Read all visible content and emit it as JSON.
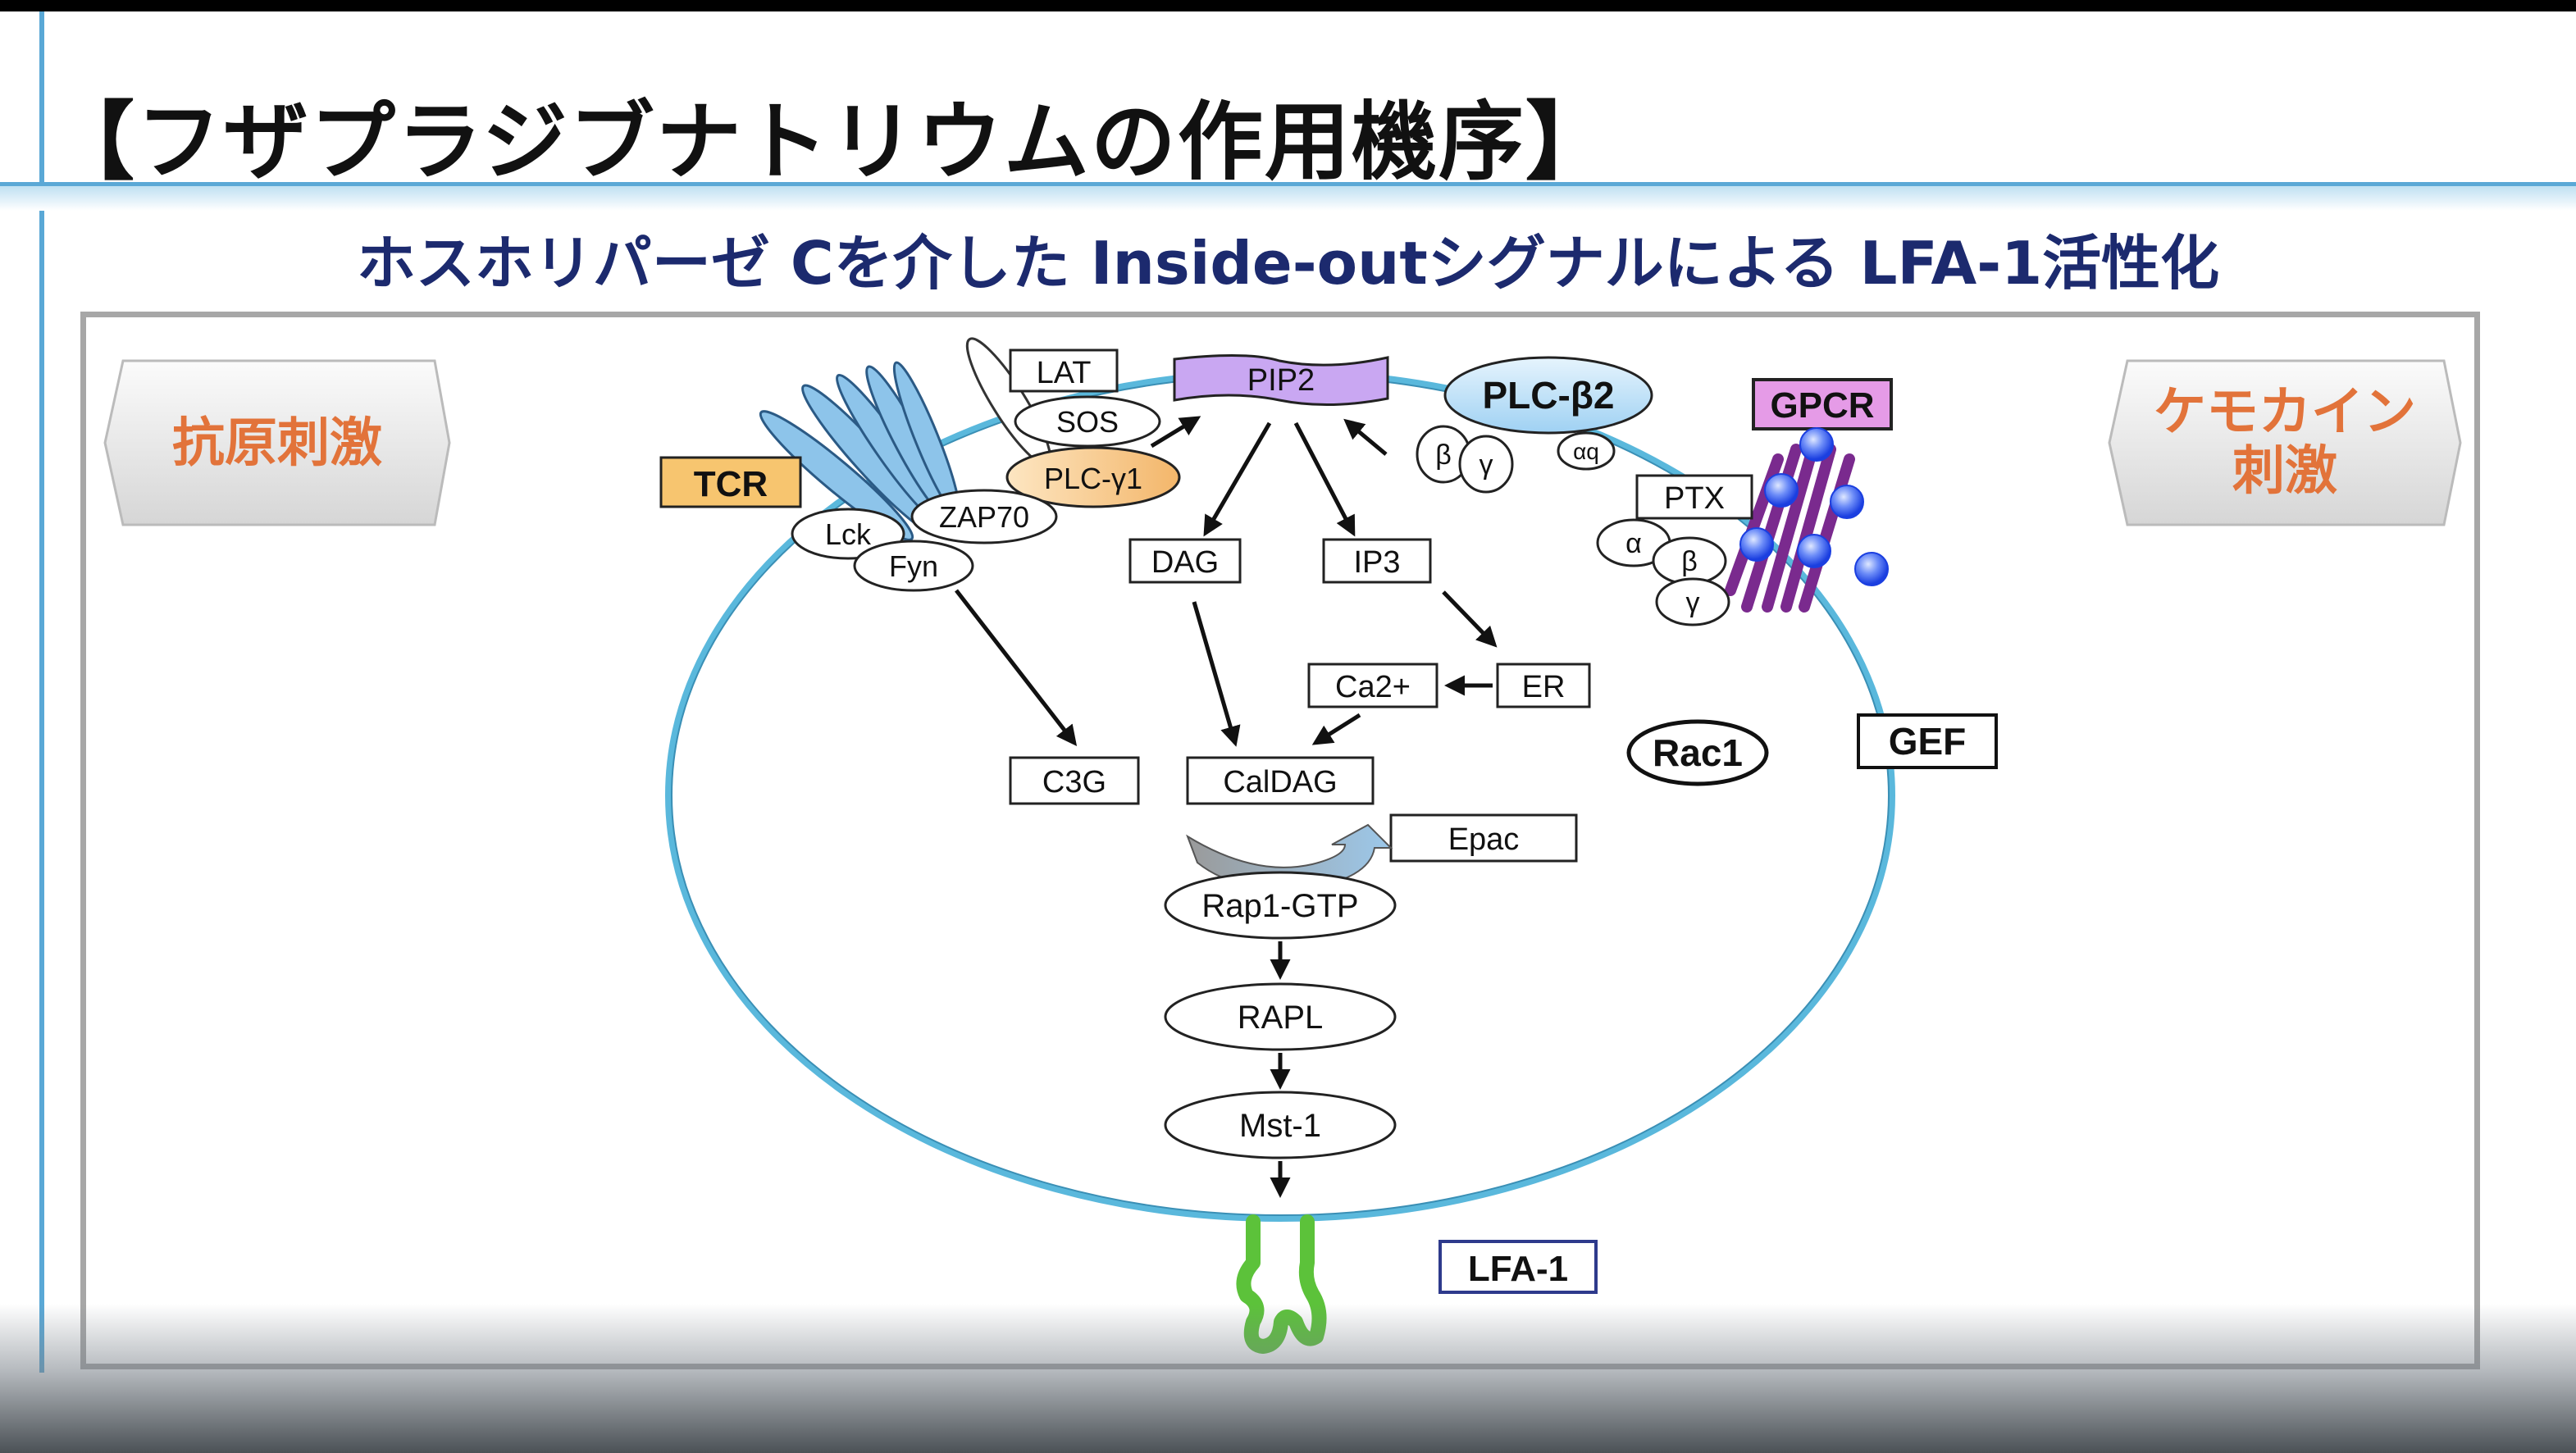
{
  "title": "【フザプラジブナトリウムの作用機序】",
  "subtitle": "ホスホリパーゼ Cを介した Inside-outシグナルによる LFA-1活性化",
  "stimuli": {
    "left": "抗原刺激",
    "right_line1": "ケモカイン",
    "right_line2": "刺激"
  },
  "nodes": {
    "tcr": "TCR",
    "lat": "LAT",
    "sos": "SOS",
    "plc_g1": "PLC-γ1",
    "zap70": "ZAP70",
    "lck": "Lck",
    "fyn": "Fyn",
    "pip2": "PIP2",
    "plc_b2": "PLC-β2",
    "beta_top": "β",
    "gamma_top": "γ",
    "alpha_q": "αq",
    "gpcr": "GPCR",
    "ptx": "PTX",
    "alpha": "α",
    "beta_bottom": "β",
    "gamma_bottom": "γ",
    "dag": "DAG",
    "ip3": "IP3",
    "er": "ER",
    "ca2": "Ca2+",
    "c3g": "C3G",
    "caldag": "CalDAG",
    "epac": "Epac",
    "rac1": "Rac1",
    "gef": "GEF",
    "rap1": "Rap1-GTP",
    "rapl": "RAPL",
    "mst1": "Mst-1",
    "lfa1": "LFA-1"
  },
  "colors": {
    "title_text": "#111111",
    "subtitle_text": "#1c2a6e",
    "accent_line": "#5aa8d6",
    "stimulus_text": "#e2733a",
    "cell_membrane": "#5ab8dc",
    "tcr_fill": "#f7c56f",
    "pip2_fill": "#c9a7f2",
    "plc_b2_fill": "#bfe0f6",
    "plc_g1_fill": "#f7cf8c",
    "gpcr_fill": "#e59be7",
    "gpcr_coil": "#7a2a8e",
    "ligand_blue": "#2e5ef0",
    "lfa1_green": "#5cc23a",
    "lfa1_box": "#2e3a8c"
  }
}
